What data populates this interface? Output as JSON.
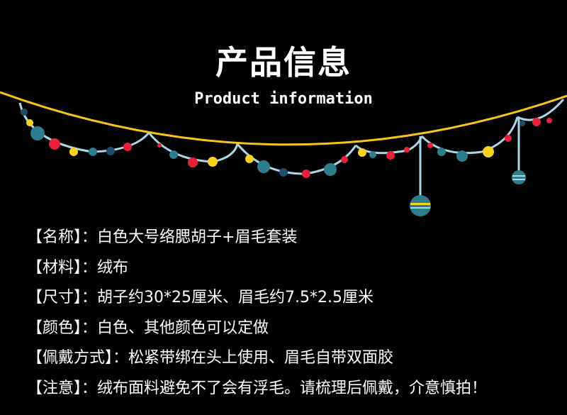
{
  "header": {
    "title": "产品信息",
    "subtitle": "Product information"
  },
  "colors": {
    "background": "#000000",
    "garland_line": "#f5c518",
    "string": "#a8d8e8",
    "bead_teal": "#2e7d8c",
    "bead_red": "#e8203a",
    "bead_yellow": "#f7d21e",
    "bead_navy": "#1d4e6b"
  },
  "info": [
    {
      "label": "【名称】",
      "sep": "：",
      "value": "白色大号络腮胡子+眉毛套装"
    },
    {
      "label": "【材料】",
      "sep": "：",
      "value": "绒布"
    },
    {
      "label": "【尺寸】",
      "sep": "：",
      "value": "胡子约30*25厘米、眉毛约7.5*2.5厘米"
    },
    {
      "label": "【颜色】",
      "sep": "：",
      "value": "白色、其他颜色可以定做"
    },
    {
      "label": "【佩戴方式】",
      "sep": "：",
      "value": "松紧带绑在头上使用、眉毛自带双面胶"
    },
    {
      "label": "【注意】",
      "sep": "：",
      "value": "绒布面料避免不了会有浮毛。请梳理后佩戴，介意慎拍！"
    }
  ]
}
